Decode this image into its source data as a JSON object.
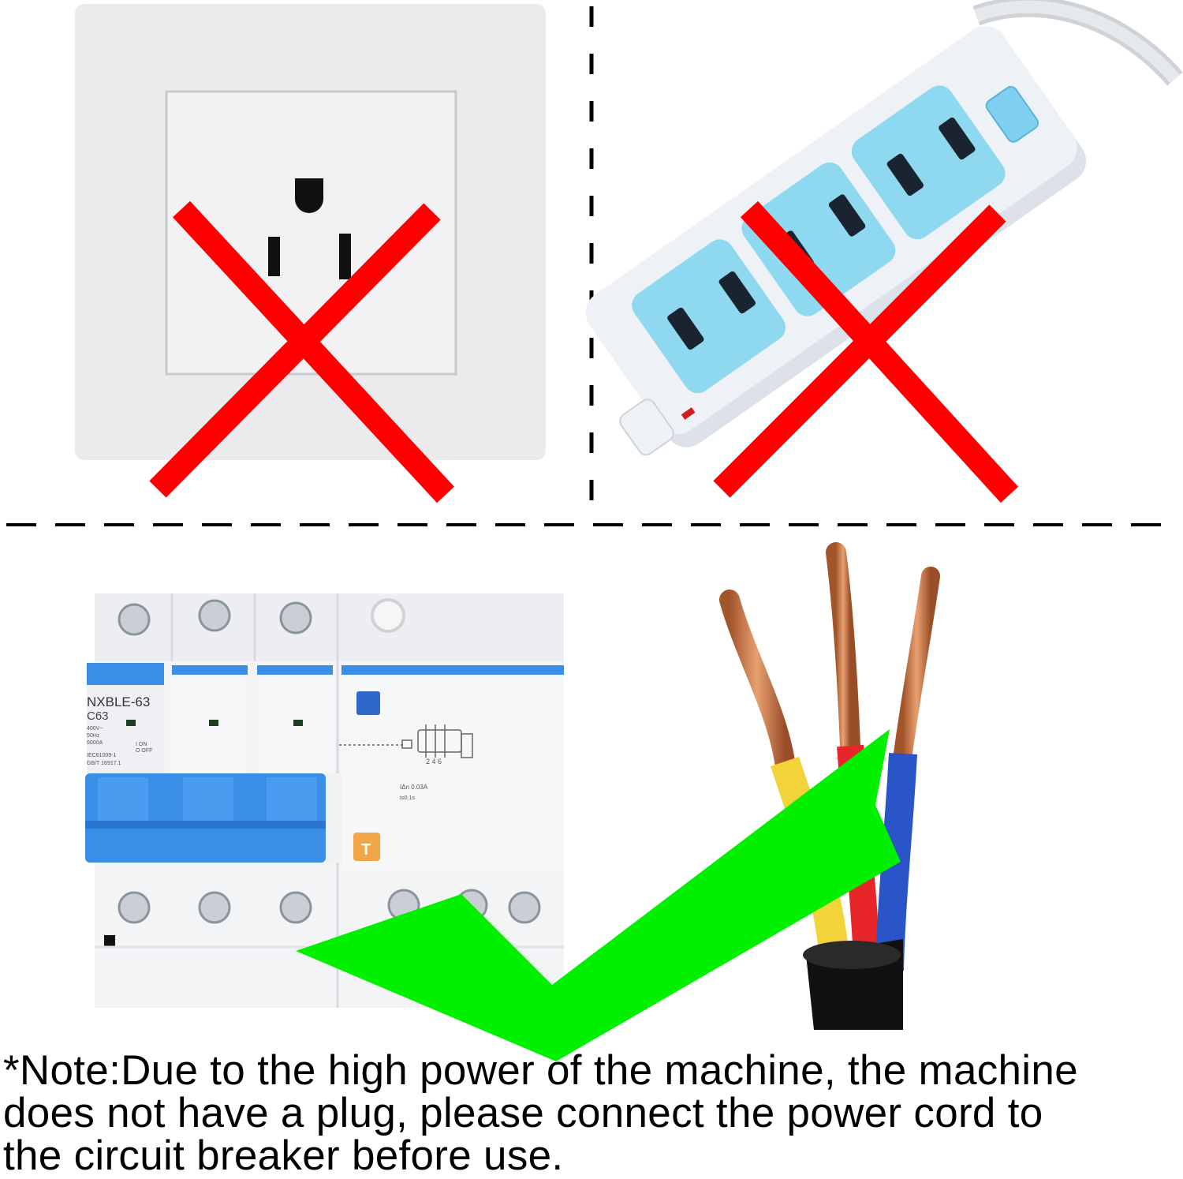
{
  "breaker": {
    "model": "NXBLE-63",
    "rating": "C63",
    "spec_lines": [
      "400V~",
      "50Hz",
      "6000A",
      "IEC61009-1",
      "GB/T 16917.1"
    ],
    "switch_legend": [
      "I ON",
      "O OFF"
    ],
    "rcd_line1": "IΔn 0.03A",
    "rcd_line2": "t≤0.1s",
    "terminal_numbers": "2 4 6",
    "test_button": "T"
  },
  "status": {
    "wall_outlet": "not-allowed",
    "power_strip": "not-allowed",
    "circuit_breaker": "allowed"
  },
  "colors": {
    "cross": "#ff0000",
    "check": "#00f000",
    "breaker_blue": "#3a8ee6",
    "strip_socket": "#8ed8f0"
  },
  "note": {
    "line1": "*Note:Due to the high power of the machine, the machine",
    "line2": "does not have a plug, please connect the power cord to",
    "line3": "the circuit breaker before use."
  }
}
